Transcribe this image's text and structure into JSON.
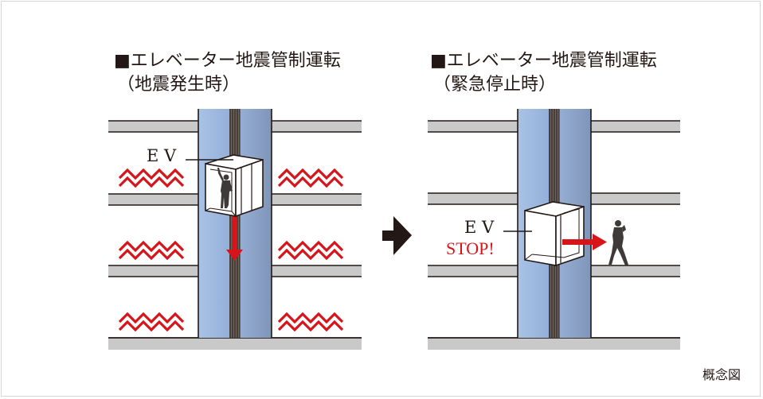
{
  "figure": {
    "caption": "概念図",
    "colors": {
      "alert_red": "#d7141a",
      "shaft_light": "#a8c0e2",
      "shaft_dark": "#8aa2c6",
      "slab_gray": "#c9c9c9",
      "ink": "#231815"
    },
    "transition_icon": "right-arrow-icon"
  },
  "panels": [
    {
      "id": "earthquake",
      "title_line1": "■エレベーター地震管制運転",
      "title_line2": "（地震発生時）",
      "ev_label": "E V",
      "car_state": "moving-down",
      "shaking_indicators": 6
    },
    {
      "id": "emergency-stop",
      "title_line1": "■エレベーター地震管制運転",
      "title_line2": "（緊急停止時）",
      "ev_label": "E V",
      "stop_label": "STOP!",
      "car_state": "stopped-doors-open",
      "passenger_action": "exit"
    }
  ]
}
